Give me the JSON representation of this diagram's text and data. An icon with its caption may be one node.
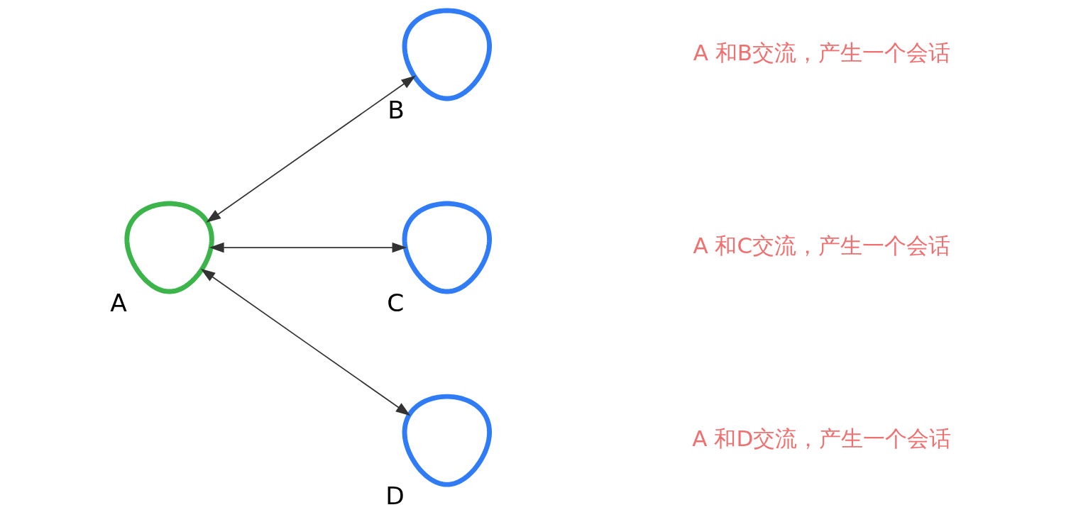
{
  "diagram": {
    "nodes": [
      {
        "text": [],
        "shape": "person",
        "beside": [
          "A"
        ]
      },
      {
        "text": [],
        "shape": "person",
        "beside": [
          "B"
        ]
      },
      {
        "text": [],
        "shape": "person",
        "beside": [
          "C"
        ]
      },
      {
        "text": [],
        "shape": "person",
        "beside": [
          "D"
        ]
      }
    ],
    "edges": [
      {
        "from": 0,
        "to": 1,
        "arrow": "both"
      },
      {
        "from": 0,
        "to": 2,
        "arrow": "both"
      },
      {
        "from": 0,
        "to": 3,
        "arrow": "both"
      }
    ],
    "labels": [
      "A 和B交流，产生一个会话",
      "A 和C交流，产生一个会话",
      "A 和D交流，产生一个会话"
    ]
  }
}
